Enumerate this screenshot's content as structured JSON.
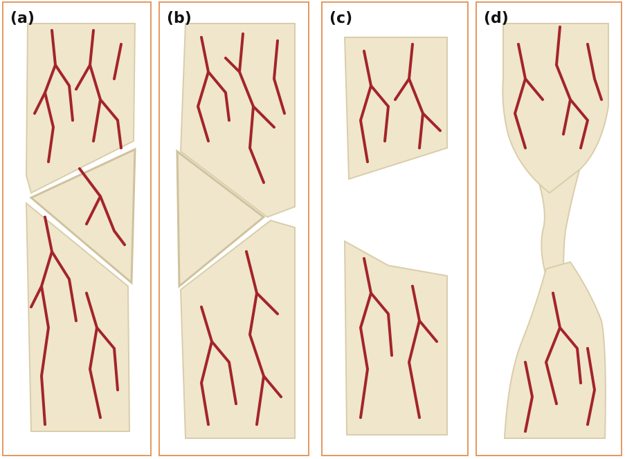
{
  "panels": [
    {
      "label": "(a)",
      "name": "panel-a"
    },
    {
      "label": "(b)",
      "name": "panel-b"
    },
    {
      "label": "(c)",
      "name": "panel-c"
    },
    {
      "label": "(d)",
      "name": "panel-d"
    }
  ],
  "colors": {
    "border": "#e39a62",
    "bone": "#efe6cc",
    "bone_shade": "#d9cdaa",
    "vessel": "#a3242a"
  }
}
